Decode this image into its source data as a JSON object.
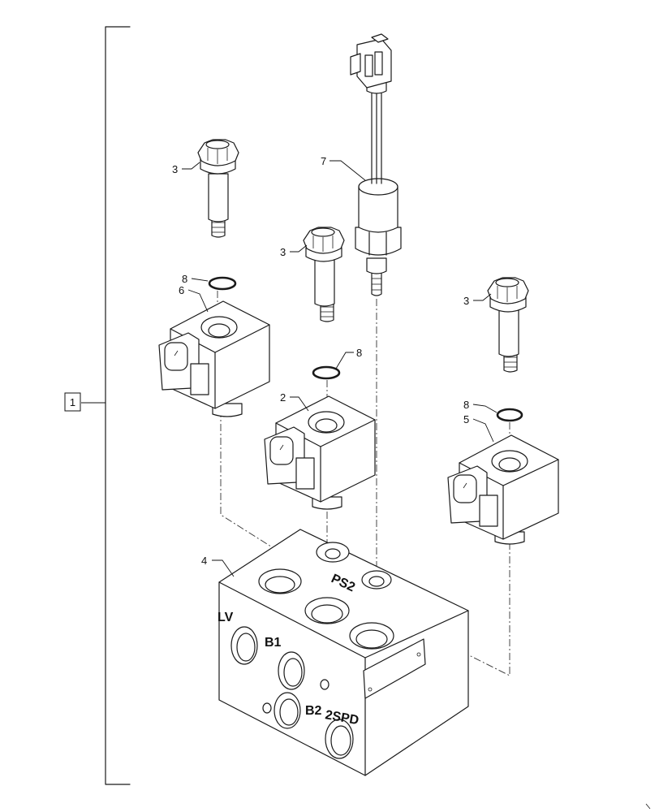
{
  "assembly": {
    "label": "1"
  },
  "callouts": {
    "item2": "2",
    "item3a": "3",
    "item3b": "3",
    "item3c": "3",
    "item4": "4",
    "item5": "5",
    "item6": "6",
    "item7": "7",
    "item8a": "8",
    "item8b": "8",
    "item8c": "8"
  },
  "block_markings": {
    "lv": "LV",
    "b1": "B1",
    "b2": "B2",
    "spd": "2SPD",
    "ps2": "PS2"
  }
}
